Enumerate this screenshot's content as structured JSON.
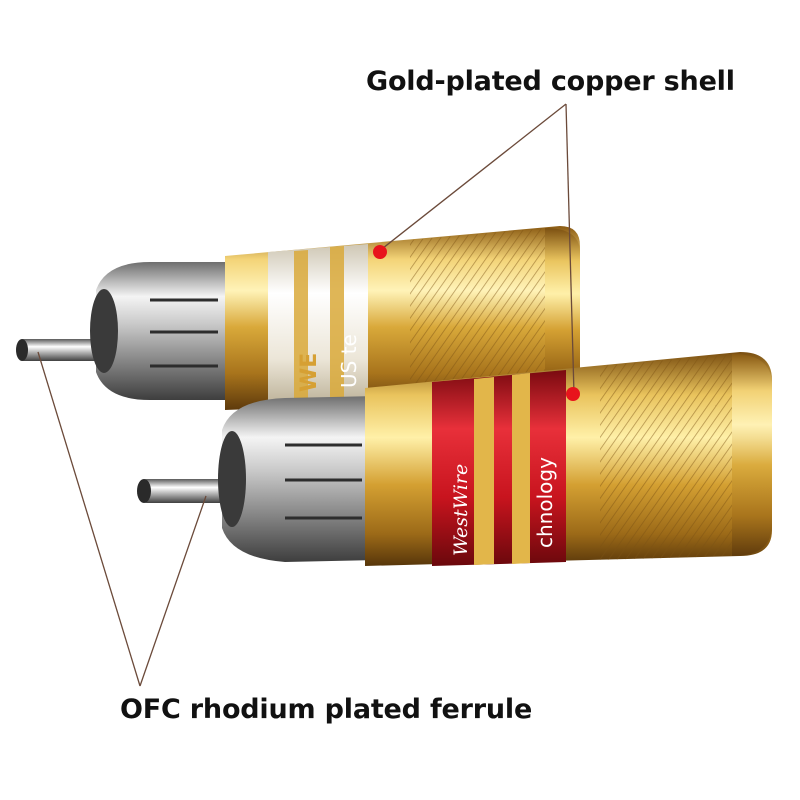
{
  "annotations": {
    "shell_label": "Gold-plated copper shell",
    "ferrule_label": "OFC rhodium plated ferrule"
  },
  "product": {
    "white_band_text_1": "WE",
    "white_band_text_2": "US te",
    "red_band_text_1": "WestWire",
    "red_band_text_2": "chnology"
  },
  "colors": {
    "gold": "#d9a93a",
    "marker_red": "#e8141c",
    "band_red": "#c8141e",
    "band_white": "#f4f1ea",
    "line": "#6b4a3a"
  }
}
